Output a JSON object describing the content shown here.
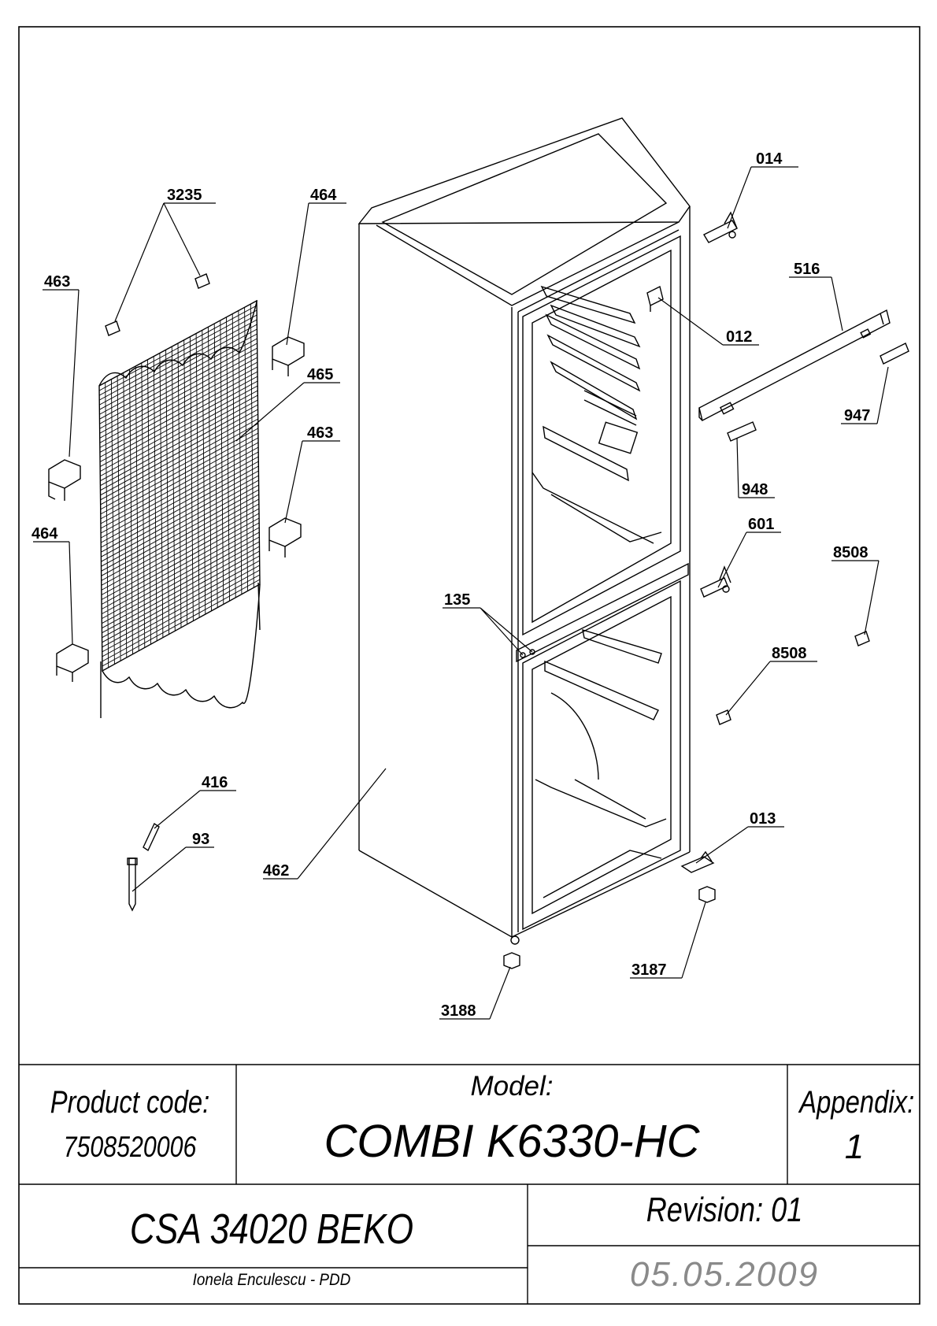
{
  "callouts": {
    "c014": "014",
    "c3235": "3235",
    "c464a": "464",
    "c463a": "463",
    "c516": "516",
    "c012": "012",
    "c465": "465",
    "c463b": "463",
    "c947": "947",
    "c948": "948",
    "c464b": "464",
    "c601": "601",
    "c8508a": "8508",
    "c135": "135",
    "c8508b": "8508",
    "c416": "416",
    "c93": "93",
    "c013": "013",
    "c462": "462",
    "c3187": "3187",
    "c3188": "3188"
  },
  "title_block": {
    "product_code_label": "Product code:",
    "product_code": "7508520006",
    "model_label": "Model:",
    "model": "COMBI K6330-HC",
    "appendix_label": "Appendix:",
    "appendix": "1",
    "title": "CSA 34020 BEKO",
    "author": "Ionela Enculescu - PDD",
    "revision": "Revision: 01",
    "date": "05.05.2009"
  },
  "colors": {
    "line": "#000000",
    "date_text": "#8a8a8a"
  }
}
